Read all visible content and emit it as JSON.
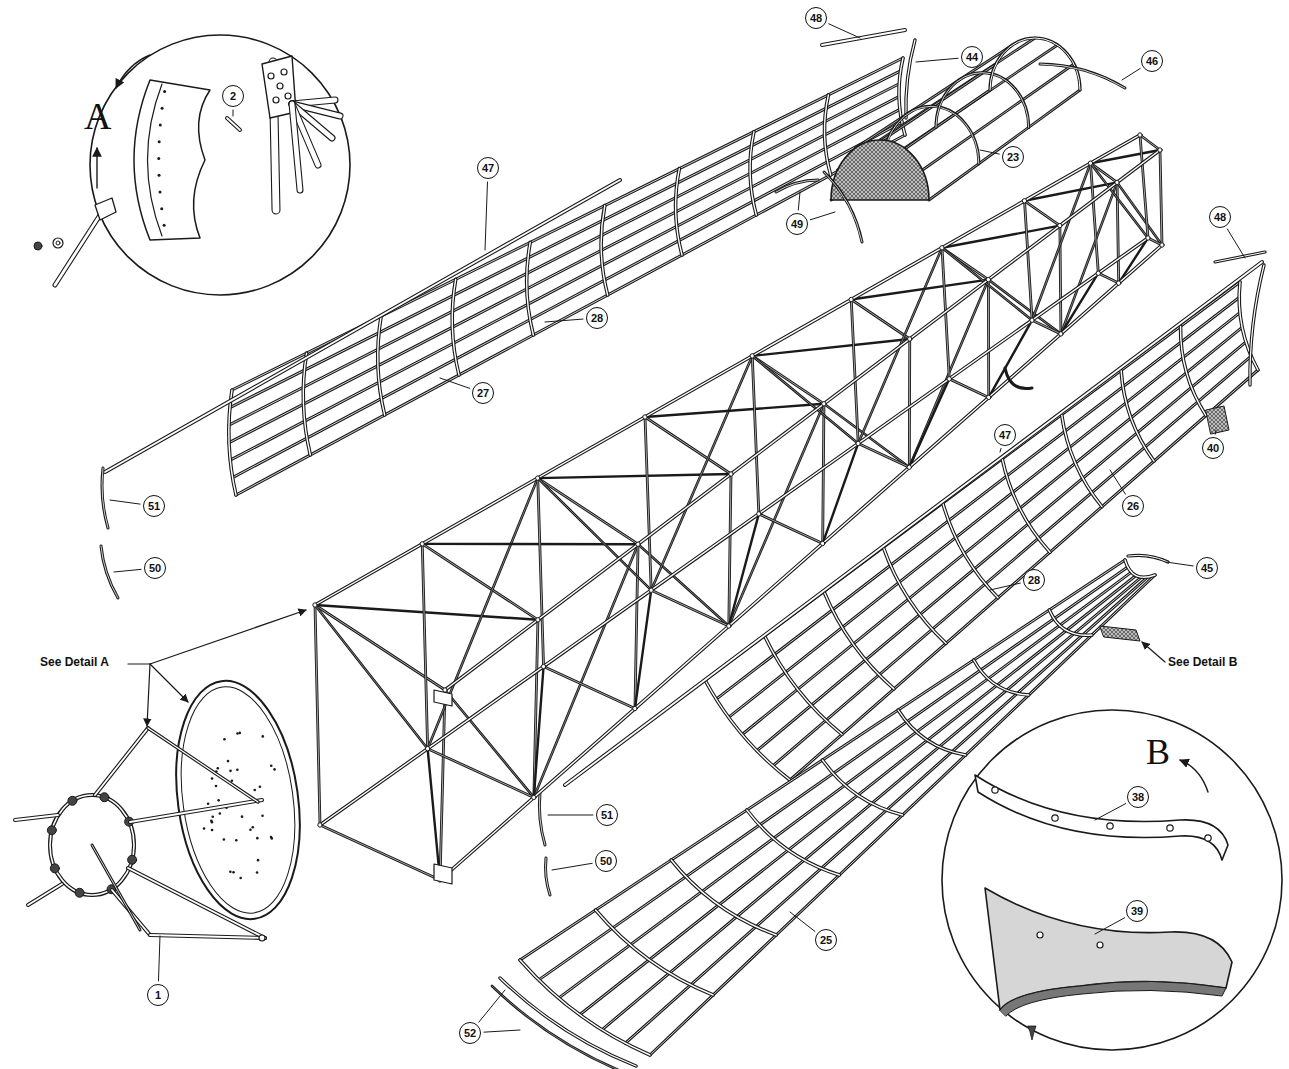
{
  "diagram": {
    "nodes": [
      {
        "text": [
          "48"
        ]
      },
      {
        "text": [
          "44"
        ]
      },
      {
        "text": [
          "46"
        ]
      },
      {
        "text": [
          "2"
        ]
      },
      {
        "text": [
          "23"
        ]
      },
      {
        "text": [
          "47"
        ]
      },
      {
        "text": [
          "48"
        ]
      },
      {
        "text": [
          "49"
        ]
      },
      {
        "text": [
          "28"
        ]
      },
      {
        "text": [
          "27"
        ]
      },
      {
        "text": [
          "47"
        ]
      },
      {
        "text": [
          "40"
        ]
      },
      {
        "text": [
          "51"
        ]
      },
      {
        "text": [
          "26"
        ]
      },
      {
        "text": [
          "45"
        ]
      },
      {
        "text": [
          "50"
        ]
      },
      {
        "text": [
          "28"
        ]
      },
      {
        "text": [
          "38"
        ]
      },
      {
        "text": [
          "51"
        ]
      },
      {
        "text": [
          "50"
        ]
      },
      {
        "text": [
          "39"
        ]
      },
      {
        "text": [
          "25"
        ]
      },
      {
        "text": [
          "1"
        ]
      },
      {
        "text": [
          "52"
        ]
      }
    ],
    "labels": [
      "A",
      "See Detail A",
      "See Detail B",
      "B"
    ]
  }
}
